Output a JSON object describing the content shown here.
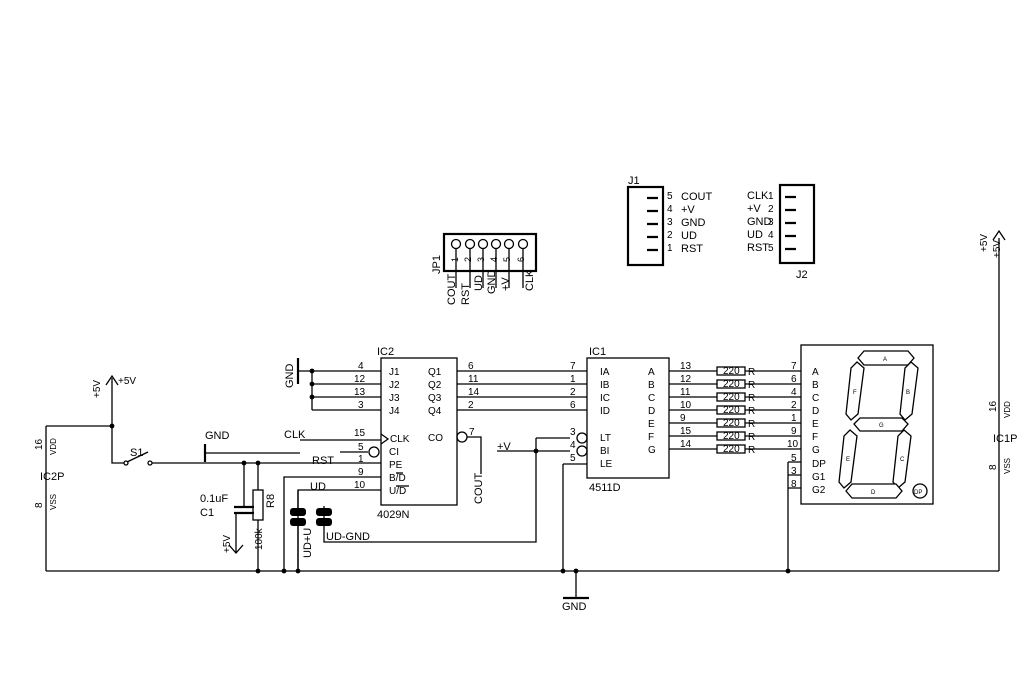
{
  "ic2": {
    "name": "IC2",
    "part": "4029N",
    "left_pins": [
      {
        "num": "4",
        "label": "J1"
      },
      {
        "num": "12",
        "label": "J2"
      },
      {
        "num": "13",
        "label": "J3"
      },
      {
        "num": "3",
        "label": "J4"
      },
      {
        "num": "15",
        "label": "CLK"
      },
      {
        "num": "5",
        "label": "CI"
      },
      {
        "num": "1",
        "label": "PE"
      },
      {
        "num": "9",
        "label": "B/D"
      },
      {
        "num": "10",
        "label": "U/D"
      }
    ],
    "right_pins": [
      {
        "num": "6",
        "label": "Q1"
      },
      {
        "num": "11",
        "label": "Q2"
      },
      {
        "num": "14",
        "label": "Q3"
      },
      {
        "num": "2",
        "label": "Q4"
      },
      {
        "num": "7",
        "label": "CO"
      }
    ]
  },
  "ic1": {
    "name": "IC1",
    "part": "4511D",
    "left_pins": [
      {
        "num": "7",
        "label": "IA"
      },
      {
        "num": "1",
        "label": "IB"
      },
      {
        "num": "2",
        "label": "IC"
      },
      {
        "num": "6",
        "label": "ID"
      },
      {
        "num": "3",
        "label": "LT"
      },
      {
        "num": "4",
        "label": "BI"
      },
      {
        "num": "5",
        "label": "LE"
      }
    ],
    "right_pins": [
      {
        "num": "13",
        "label": "A"
      },
      {
        "num": "12",
        "label": "B"
      },
      {
        "num": "11",
        "label": "C"
      },
      {
        "num": "10",
        "label": "D"
      },
      {
        "num": "9",
        "label": "E"
      },
      {
        "num": "15",
        "label": "F"
      },
      {
        "num": "14",
        "label": "G"
      }
    ]
  },
  "resistor_array": {
    "label": "R",
    "value": "220"
  },
  "display": {
    "pins": [
      {
        "num": "7",
        "label": "A"
      },
      {
        "num": "6",
        "label": "B"
      },
      {
        "num": "4",
        "label": "C"
      },
      {
        "num": "2",
        "label": "D"
      },
      {
        "num": "1",
        "label": "E"
      },
      {
        "num": "9",
        "label": "F"
      },
      {
        "num": "10",
        "label": "G"
      },
      {
        "num": "5",
        "label": "DP"
      },
      {
        "num": "3",
        "label": "G1"
      },
      {
        "num": "8",
        "label": "G2"
      }
    ],
    "segment_letters": {
      "a": "A",
      "b": "B",
      "c": "C",
      "d": "D",
      "e": "E",
      "f": "F",
      "g": "G",
      "dp": "DP"
    }
  },
  "jp1": {
    "name": "JP1",
    "pin_numbers": [
      "1",
      "2",
      "3",
      "4",
      "5",
      "6"
    ],
    "signals": [
      "COUT",
      "RST",
      "UD",
      "GND",
      "+V",
      "CLK"
    ]
  },
  "j1": {
    "name": "J1",
    "pins": [
      {
        "num": "5",
        "label": "COUT"
      },
      {
        "num": "4",
        "label": "+V"
      },
      {
        "num": "3",
        "label": "GND"
      },
      {
        "num": "2",
        "label": "UD"
      },
      {
        "num": "1",
        "label": "RST"
      }
    ]
  },
  "j2": {
    "name": "J2",
    "pins": [
      {
        "num": "1",
        "label": "CLK"
      },
      {
        "num": "2",
        "label": "+V"
      },
      {
        "num": "3",
        "label": "GND"
      },
      {
        "num": "4",
        "label": "UD"
      },
      {
        "num": "5",
        "label": "RST"
      }
    ]
  },
  "ic1p": {
    "name": "IC1P",
    "vdd": "VDD",
    "vss": "VSS",
    "vdd_pin": "16",
    "vss_pin": "8"
  },
  "ic2p": {
    "name": "IC2P",
    "vdd": "VDD",
    "vss": "VSS",
    "vdd_pin": "16",
    "vss_pin": "8"
  },
  "power": {
    "vcc_left": "+5V",
    "vcc_left2": "+5V",
    "vcc_right": "+5V",
    "vcc_right2": "+5V",
    "vcc_c1": "+5V",
    "v_plus": "+V"
  },
  "ground": {
    "gnd_top": "GND",
    "gnd_j": "GND",
    "gnd_bottom": "GND"
  },
  "switch": {
    "name": "S1"
  },
  "capacitor": {
    "name": "C1",
    "value": "0.1uF"
  },
  "resistor8": {
    "name": "R8",
    "value": "100k"
  },
  "nets": {
    "clk": "CLK",
    "rst": "RST",
    "ud": "UD",
    "cout": "COUT",
    "ud_plus": "UD+U",
    "ud_gnd": "UD-GND"
  }
}
